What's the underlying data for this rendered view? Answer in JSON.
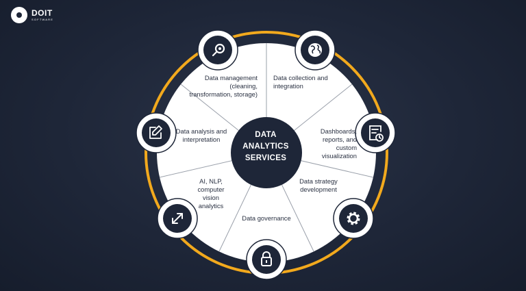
{
  "brand": {
    "name": "DOIT",
    "subtitle": "SOFTWARE"
  },
  "center": {
    "lines": [
      "DATA",
      "ANALYTICS",
      "SERVICES"
    ]
  },
  "segments": [
    {
      "label": "Data management (cleaning, transformation, storage)",
      "icon": "search-magnifier-icon"
    },
    {
      "label": "Data collection and integration",
      "icon": "globe-network-icon"
    },
    {
      "label": "Dashboards, reports, and custom visualization",
      "icon": "report-clock-icon"
    },
    {
      "label": "Data strategy development",
      "icon": "gear-icon"
    },
    {
      "label": "Data governance",
      "icon": "lock-icon"
    },
    {
      "label": "AI, NLP, computer vision analytics",
      "icon": "expand-arrows-icon"
    },
    {
      "label": "Data analysis and interpretation",
      "icon": "edit-pen-icon"
    }
  ],
  "colors": {
    "background": "#1e2638",
    "ring": "#f2a91d",
    "wheel": "#ffffff",
    "hub": "#1e2638",
    "text": "#2a3142"
  }
}
